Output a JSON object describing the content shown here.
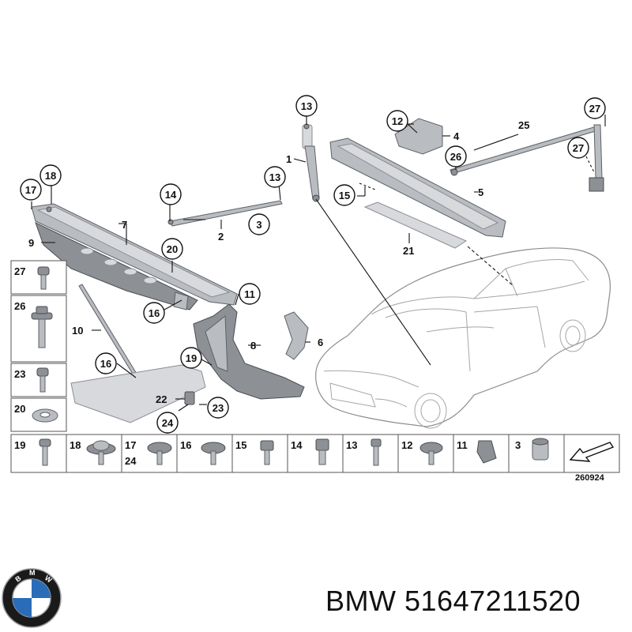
{
  "callouts": {
    "c1": "1",
    "c2": "2",
    "c3": "3",
    "c4": "4",
    "c5": "5",
    "c6": "6",
    "c7": "7",
    "c8": "8",
    "c9": "9",
    "c10": "10",
    "c11": "11",
    "c12": "12",
    "c13a": "13",
    "c13b": "13",
    "c14": "14",
    "c15": "15",
    "c16a": "16",
    "c16b": "16",
    "c17": "17",
    "c18": "18",
    "c19": "19",
    "c20": "20",
    "c21": "21",
    "c22": "22",
    "c23": "23",
    "c24": "24",
    "c25": "25",
    "c26": "26",
    "c27a": "27",
    "c27b": "27"
  },
  "fastener_grid": {
    "left_column": [
      "27",
      "26",
      "23",
      "20"
    ],
    "bottom_row": [
      "19",
      "18",
      "17",
      "16",
      "15",
      "14",
      "13",
      "12",
      "11",
      "3"
    ],
    "bottom_row_extra": "24"
  },
  "diagram_number": "260924",
  "brand": {
    "logo_letters": "BMW",
    "name": "BMW",
    "part_number": "51647211520",
    "logo_colors": {
      "ring": "#1a1a1a",
      "blue": "#2b6cb8",
      "white": "#ffffff",
      "chrome": "#9aa0a6"
    }
  }
}
